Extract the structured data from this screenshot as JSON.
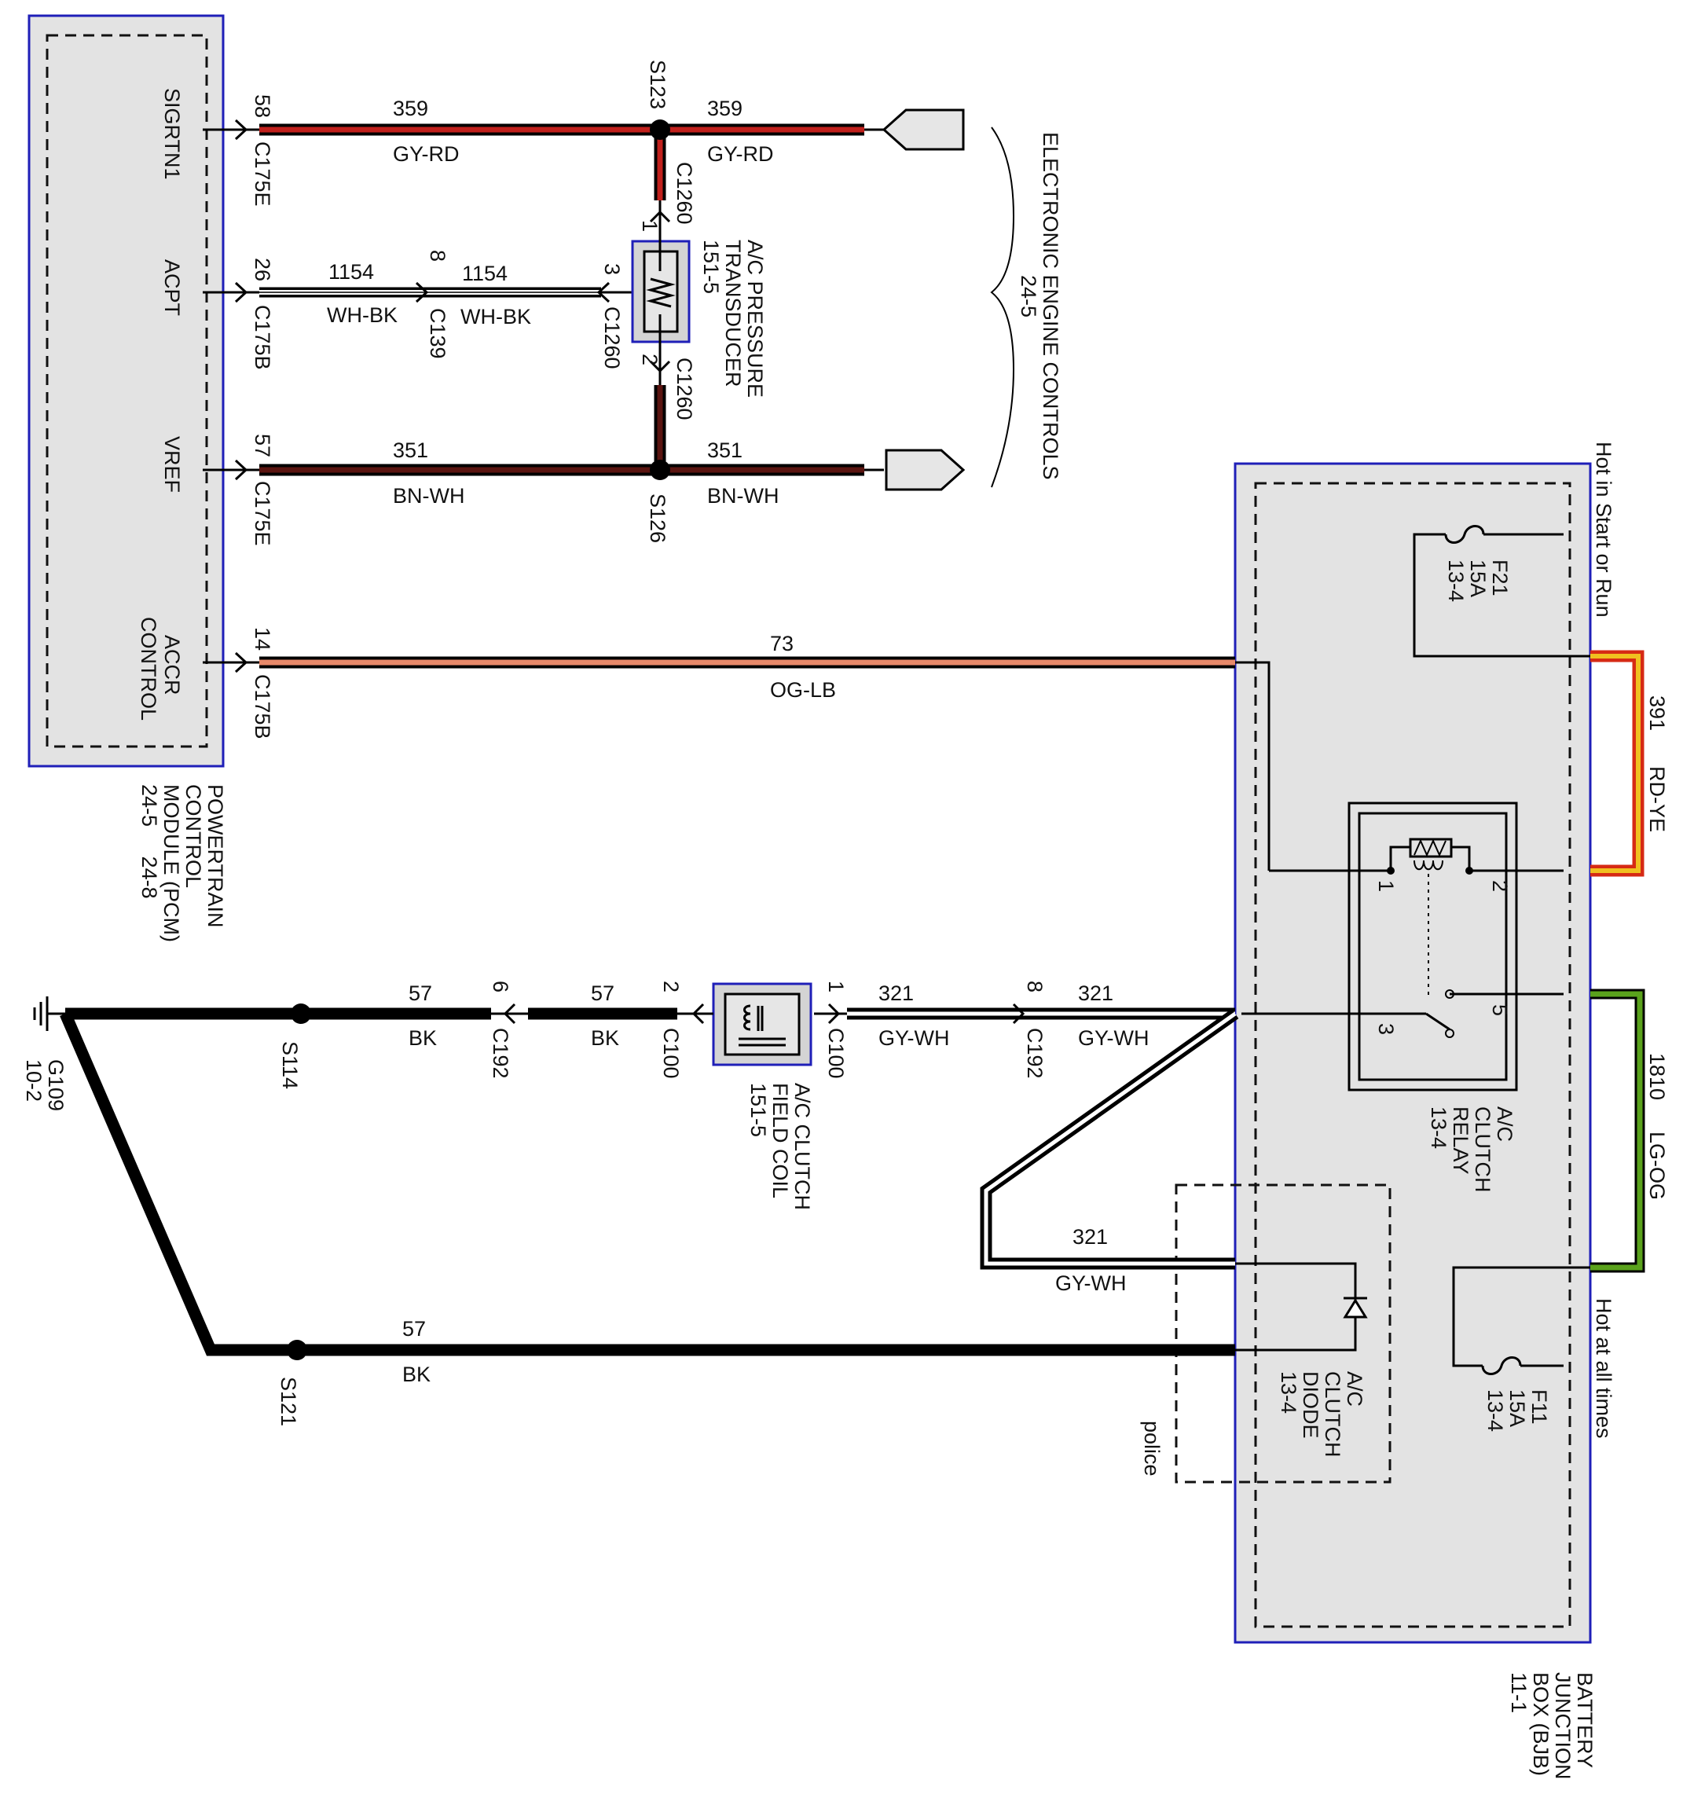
{
  "modules": {
    "pcm": {
      "name_lines": [
        "POWERTRAIN",
        "CONTROL",
        "MODULE (PCM)",
        "24-5     24-8"
      ],
      "pins": {
        "sigrtn1": "SIGRTN1",
        "acpt": "ACPT",
        "vref": "VREF",
        "accr_line1": "ACCR",
        "accr_line2": "CONTROL"
      }
    },
    "bjb": {
      "name_lines": [
        "BATTERY",
        "JUNCTION",
        "BOX (BJB)",
        "11-1"
      ],
      "hot_start_run": "Hot in Start or Run",
      "hot_all_times": "Hot at all times",
      "fuse_f21": [
        "F21",
        "15A",
        "13-4"
      ],
      "fuse_f11": [
        "F11",
        "15A",
        "13-4"
      ],
      "relay_name": [
        "A/C",
        "CLUTCH",
        "RELAY",
        "13-4"
      ],
      "relay_pins": [
        "1",
        "2",
        "3",
        "5"
      ],
      "diode_name": [
        "A/C",
        "CLUTCH",
        "DIODE",
        "13-4"
      ],
      "police_label": "police"
    },
    "transducer": {
      "name_lines": [
        "A/C PRESSURE",
        "TRANSDUCER",
        "151-5"
      ],
      "pins": [
        "1",
        "3",
        "2"
      ]
    },
    "clutch_coil": {
      "name_lines": [
        "A/C CLUTCH",
        "FIELD COIL",
        "151-5"
      ],
      "pins": [
        "2",
        "1"
      ]
    },
    "eec": {
      "name_lines": [
        "ELECTRONIC ENGINE CONTROLS",
        "24-5"
      ]
    }
  },
  "connectors": {
    "pcm_pins": [
      {
        "pin": "58",
        "conn": "C175E"
      },
      {
        "pin": "26",
        "conn": "C175B"
      },
      {
        "pin": "57",
        "conn": "C175E"
      },
      {
        "pin": "14",
        "conn": "C175B"
      }
    ],
    "c139": {
      "pin": "8",
      "conn": "C139"
    },
    "c1260_pin3": {
      "pin": "3",
      "conn": "C1260"
    },
    "c1260_top": "C1260",
    "c1260_bottom": "C1260",
    "c192_bk": {
      "pin": "6",
      "conn": "C192"
    },
    "c192_gywh": {
      "pin": "8",
      "conn": "C192"
    },
    "c100_left": "C100",
    "c100_right": "C100"
  },
  "splices": {
    "s123": "S123",
    "s126": "S126",
    "s114": "S114",
    "s121": "S121"
  },
  "ground": [
    "G109",
    "10-2"
  ],
  "wires": {
    "w359": {
      "circuit": "359",
      "color": "GY-RD"
    },
    "w1154": {
      "circuit": "1154",
      "color": "WH-BK"
    },
    "w351": {
      "circuit": "351",
      "color": "BN-WH"
    },
    "w73": {
      "circuit": "73",
      "color": "OG-LB"
    },
    "w391": {
      "circuit": "391",
      "color": "RD-YE"
    },
    "w1810": {
      "circuit": "1810",
      "color": "LG-OG"
    },
    "w57": {
      "circuit": "57",
      "color": "BK"
    },
    "w321": {
      "circuit": "321",
      "color": "GY-WH"
    }
  },
  "colors": {
    "module_border": "#1f1fb8",
    "module_fill": "#e3e3e3",
    "gy_rd_core": "#c0201c",
    "bn_wh_core": "#5a1410",
    "og_lb_core": "#e8896a",
    "rd_ye_core": "#f0c020",
    "rd_ye_edge": "#d62a14",
    "lg_og_core": "#5aa21c",
    "black": "#000000"
  }
}
